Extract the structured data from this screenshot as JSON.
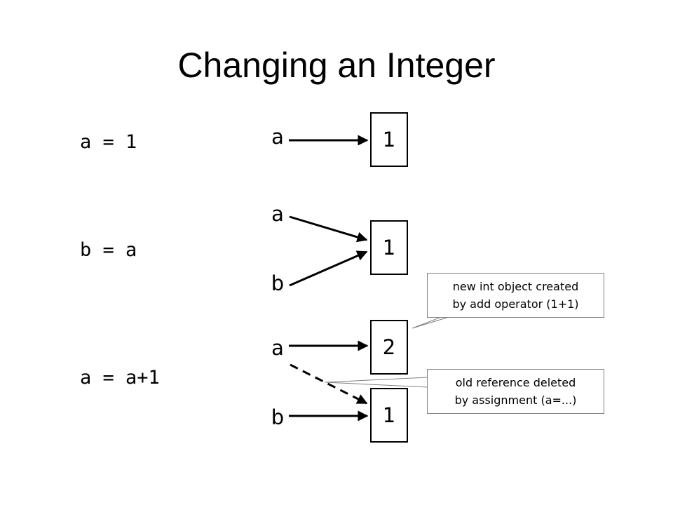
{
  "title": "Changing an Integer",
  "code_lines": [
    "a = 1",
    "b = a",
    "a = a+1"
  ],
  "variables": [
    "a",
    "a",
    "b",
    "a",
    "b"
  ],
  "objects": [
    "1",
    "1",
    "2",
    "1"
  ],
  "callouts": {
    "new_object": [
      "new int object created",
      "by add operator (1+1)"
    ],
    "old_reference": [
      "old reference deleted",
      "by assignment (a=...)"
    ]
  },
  "colors": {
    "text": "#000000",
    "callout_border": "#808080",
    "background": "#ffffff"
  }
}
